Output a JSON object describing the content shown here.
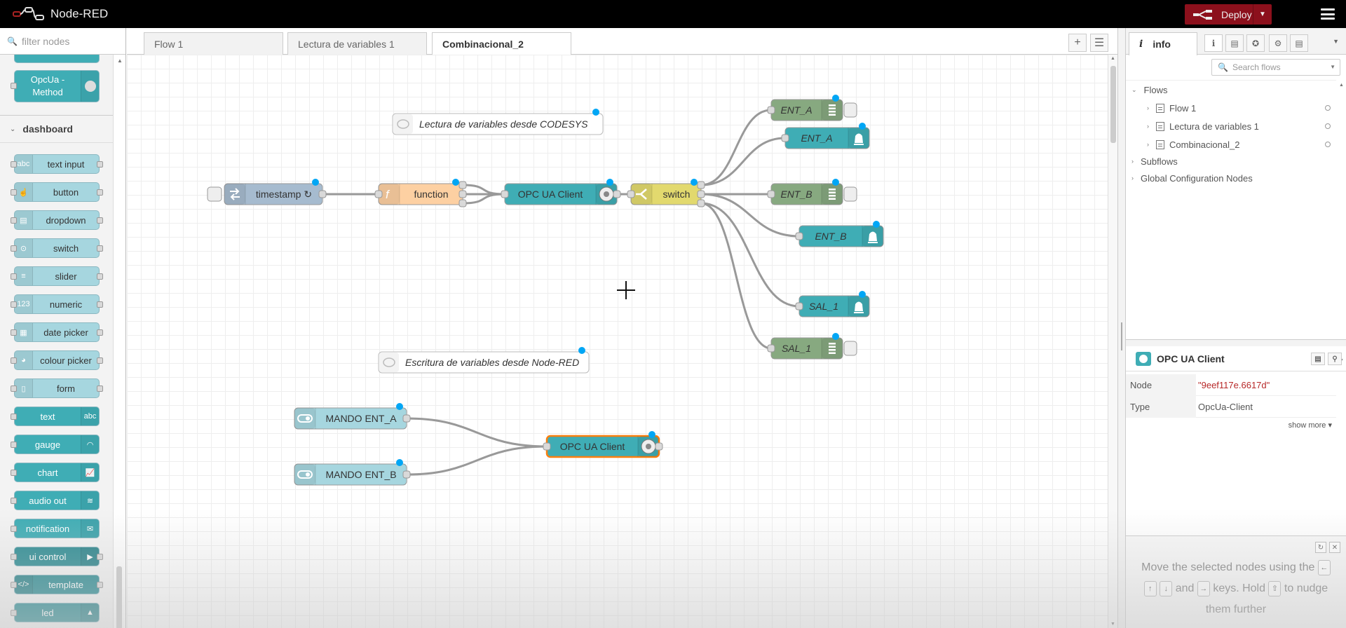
{
  "header": {
    "app_title": "Node-RED",
    "deploy_label": "Deploy"
  },
  "palette": {
    "filter_placeholder": "filter nodes",
    "partial_node": "OpcUa -\nMethod",
    "category": "dashboard",
    "nodes": [
      {
        "label": "text input",
        "icon": "text-input-icon",
        "glyph": "abc"
      },
      {
        "label": "button",
        "icon": "hand-pointer-icon",
        "glyph": "☝"
      },
      {
        "label": "dropdown",
        "icon": "dropdown-icon",
        "glyph": "▤"
      },
      {
        "label": "switch",
        "icon": "toggle-icon",
        "glyph": "⊙"
      },
      {
        "label": "slider",
        "icon": "slider-icon",
        "glyph": "≡"
      },
      {
        "label": "numeric",
        "icon": "numeric-icon",
        "glyph": "123"
      },
      {
        "label": "date picker",
        "icon": "calendar-icon",
        "glyph": "▦"
      },
      {
        "label": "colour picker",
        "icon": "palette-icon",
        "glyph": "◕"
      },
      {
        "label": "form",
        "icon": "form-icon",
        "glyph": "▯"
      },
      {
        "label": "text",
        "icon": "text-icon",
        "glyph": "abc"
      },
      {
        "label": "gauge",
        "icon": "gauge-icon",
        "glyph": "◠"
      },
      {
        "label": "chart",
        "icon": "chart-icon",
        "glyph": "📈"
      },
      {
        "label": "audio out",
        "icon": "audio-icon",
        "glyph": "≋"
      },
      {
        "label": "notification",
        "icon": "envelope-icon",
        "glyph": "✉"
      },
      {
        "label": "ui control",
        "icon": "control-icon",
        "glyph": "▶"
      },
      {
        "label": "template",
        "icon": "code-icon",
        "glyph": "</>"
      },
      {
        "label": "led",
        "icon": "led-icon",
        "glyph": "▲"
      }
    ]
  },
  "tabs": [
    {
      "label": "Flow 1"
    },
    {
      "label": "Lectura de variables 1"
    },
    {
      "label": "Combinacional_2",
      "active": true
    }
  ],
  "canvas": {
    "comments": [
      {
        "label": "Lectura de variables desde CODESYS"
      },
      {
        "label": "Escritura de variables desde Node-RED"
      }
    ],
    "nodes": [
      {
        "id": "ts",
        "label": "timestamp ↻",
        "icon": "inject-icon",
        "color": "#a6bbcf"
      },
      {
        "id": "fn",
        "label": "function",
        "icon": "function-icon",
        "color": "#fdd0a2"
      },
      {
        "id": "opc1",
        "label": "OPC UA Client",
        "icon": "opcua-icon",
        "color": "#3fadb5"
      },
      {
        "id": "sw",
        "label": "switch",
        "icon": "switch-icon",
        "color": "#e2d96e"
      },
      {
        "id": "enta1",
        "label": "ENT_A",
        "icon": "debug-icon",
        "color": "#87a980"
      },
      {
        "id": "enta2",
        "label": "ENT_A",
        "icon": "led-icon",
        "color": "#3fadb5"
      },
      {
        "id": "entb1",
        "label": "ENT_B",
        "icon": "debug-icon",
        "color": "#87a980"
      },
      {
        "id": "entb2",
        "label": "ENT_B",
        "icon": "led-icon",
        "color": "#3fadb5"
      },
      {
        "id": "sal1",
        "label": "SAL_1",
        "icon": "led-icon",
        "color": "#3fadb5"
      },
      {
        "id": "sal2",
        "label": "SAL_1",
        "icon": "debug-icon",
        "color": "#87a980"
      },
      {
        "id": "ma",
        "label": "MANDO ENT_A",
        "icon": "toggle-icon",
        "color": "#a6d6df"
      },
      {
        "id": "mb",
        "label": "MANDO ENT_B",
        "icon": "toggle-icon",
        "color": "#a6d6df"
      },
      {
        "id": "opc2",
        "label": "OPC UA Client",
        "icon": "opcua-icon",
        "color": "#3fadb5"
      }
    ]
  },
  "sidebar": {
    "tab_label": "info",
    "search_placeholder": "Search flows",
    "tree": {
      "flows_label": "Flows",
      "flows": [
        "Flow 1",
        "Lectura de variables 1",
        "Combinacional_2"
      ],
      "subflows_label": "Subflows",
      "global_label": "Global Configuration Nodes"
    },
    "selected": {
      "title": "OPC UA Client",
      "node_key": "Node",
      "node_value": "\"9eef117e.6617d\"",
      "type_key": "Type",
      "type_value": "OpcUa-Client",
      "show_more": "show more ▾"
    },
    "help": {
      "line1": "Move the selected nodes using the",
      "and": "and",
      "keys_hold": "keys. Hold",
      "to_nudge": "to nudge",
      "line3": "them further",
      "key_left": "←",
      "key_up": "↑",
      "key_down": "↓",
      "key_right": "→",
      "key_shift": "⇧"
    }
  },
  "colors": {
    "accent": "#8c101c",
    "selected_outline": "#ff7f0e",
    "port_blue": "#00a6f5"
  }
}
